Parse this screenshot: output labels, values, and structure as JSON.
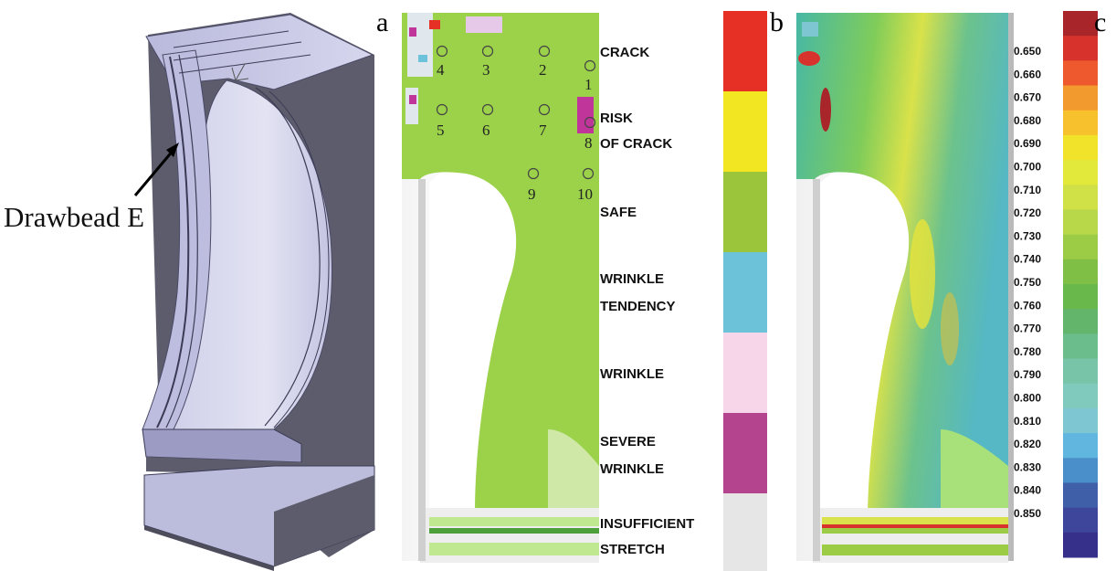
{
  "panels": {
    "a": "a",
    "b": "b",
    "c": "c"
  },
  "callout": {
    "label": "Drawbead E"
  },
  "points": [
    "1",
    "2",
    "3",
    "4",
    "5",
    "6",
    "7",
    "8",
    "9",
    "10"
  ],
  "flc_legend": [
    {
      "label_lines": [
        "CRACK"
      ],
      "color": "#e63026"
    },
    {
      "label_lines": [
        "RISK",
        "OF CRACK"
      ],
      "color": "#f2e521"
    },
    {
      "label_lines": [
        "SAFE"
      ],
      "color": "#9bc63b"
    },
    {
      "label_lines": [
        "WRINKLE",
        "TENDENCY"
      ],
      "color": "#6cc3d9"
    },
    {
      "label_lines": [
        "WRINKLE"
      ],
      "color": "#f6d6e8"
    },
    {
      "label_lines": [
        "SEVERE",
        "WRINKLE"
      ],
      "color": "#b5448e"
    },
    {
      "label_lines": [
        "INSUFFICIENT",
        "STRETCH"
      ],
      "color": "#e6e6e6"
    }
  ],
  "thickness_scale": {
    "values": [
      "0.650",
      "0.660",
      "0.670",
      "0.680",
      "0.690",
      "0.700",
      "0.710",
      "0.720",
      "0.730",
      "0.740",
      "0.750",
      "0.760",
      "0.770",
      "0.780",
      "0.790",
      "0.800",
      "0.810",
      "0.820",
      "0.830",
      "0.840",
      "0.850"
    ],
    "colors": [
      "#a8252a",
      "#d8322c",
      "#ee5a2e",
      "#f39a2e",
      "#f6c12c",
      "#f1e22a",
      "#e3e93a",
      "#cfe147",
      "#b8d84a",
      "#9ccc45",
      "#7fbf45",
      "#68b84c",
      "#62b56a",
      "#6cbd8c",
      "#77c4a8",
      "#80c9bd",
      "#7ec7d2",
      "#60b6de",
      "#4a8fc9",
      "#3f5fa8",
      "#3d469a",
      "#36308a"
    ]
  }
}
